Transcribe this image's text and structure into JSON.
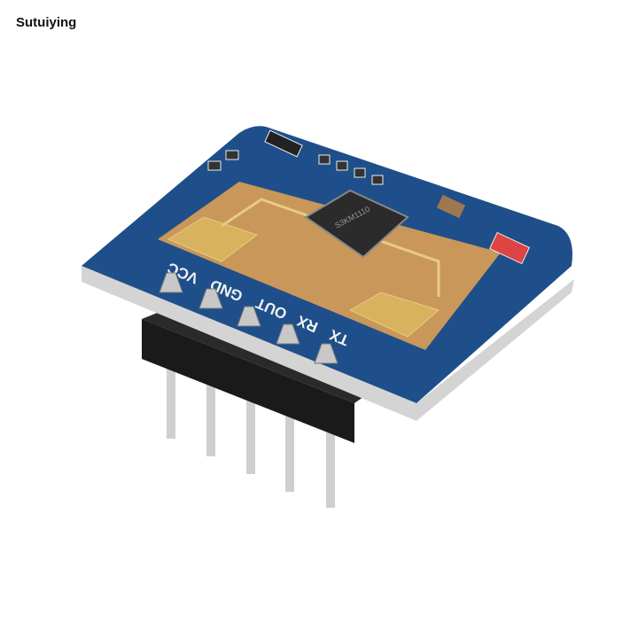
{
  "watermark": "Sutuiying",
  "board": {
    "pin_labels": [
      "TX",
      "RX",
      "OUT",
      "GND",
      "VCC"
    ],
    "chip_text": "S3KM1110",
    "colors": {
      "pcb": "#1f4f8a",
      "antenna_area": "#c9975a",
      "gold": "#d8b25e",
      "header": "#151515",
      "pin": "#d0d0d0"
    }
  }
}
